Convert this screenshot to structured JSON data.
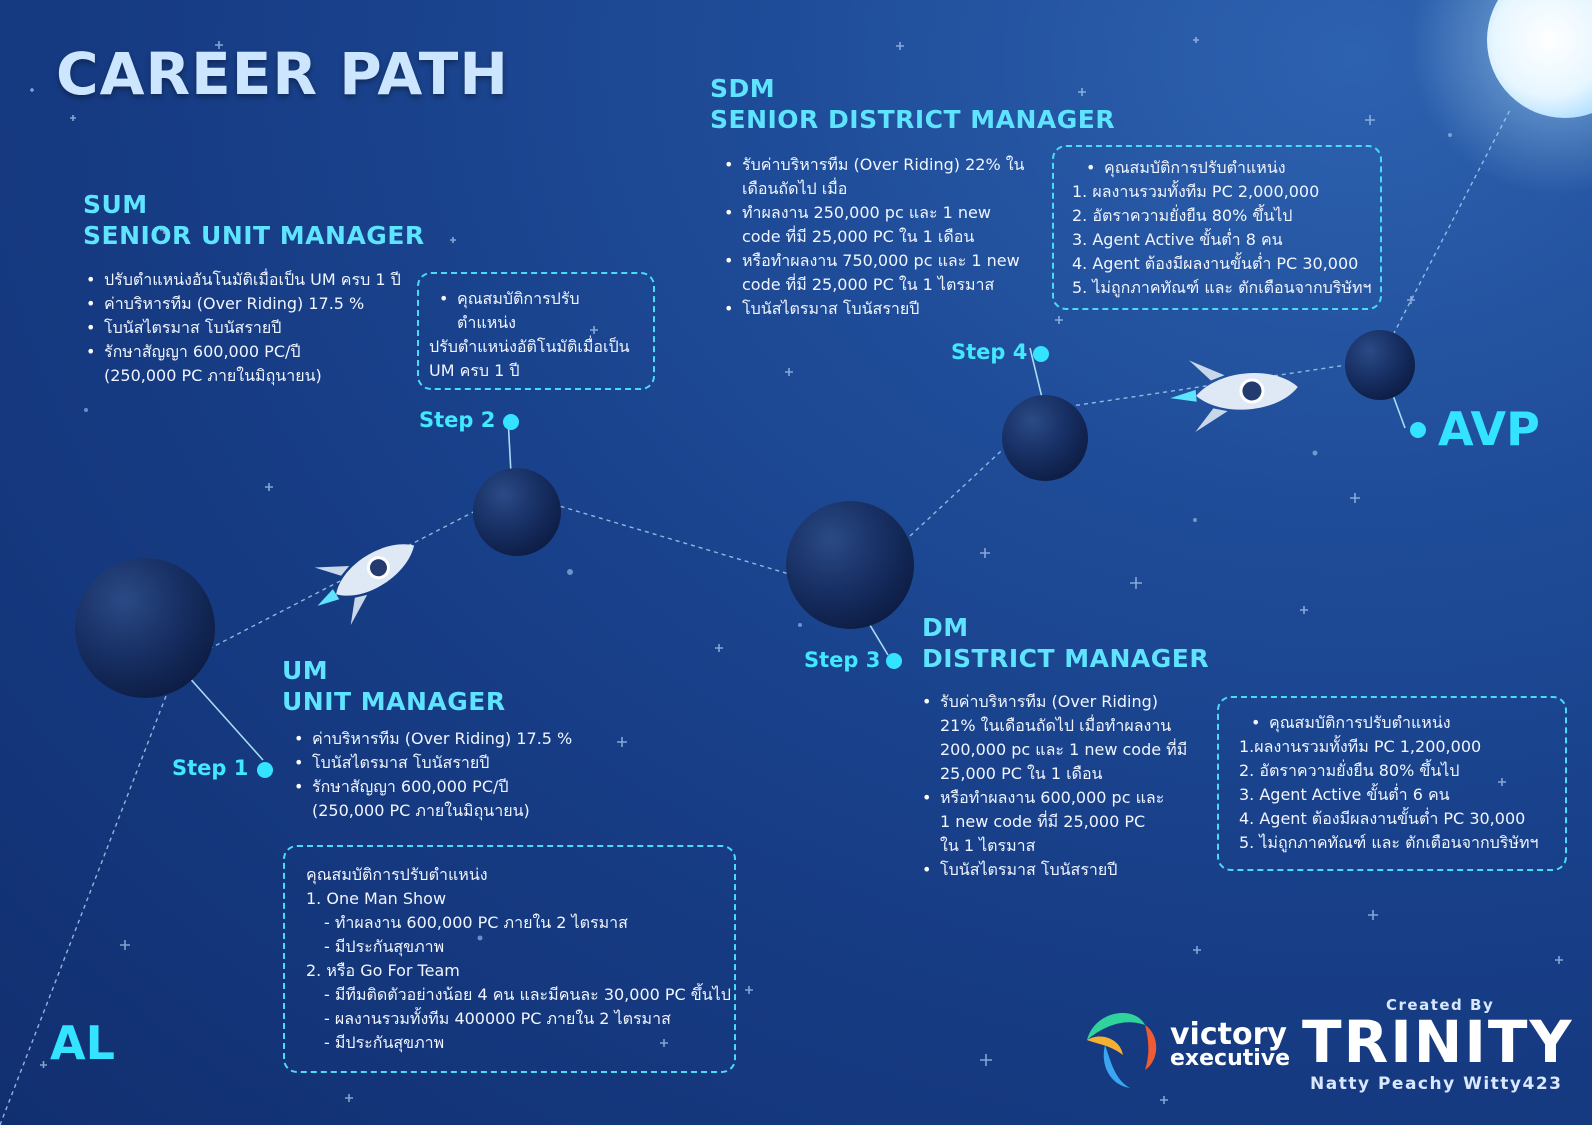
{
  "title": "CAREER PATH",
  "final_rank": "AVP",
  "start_rank": "AL",
  "steps": {
    "step1": "Step 1",
    "step2": "Step 2",
    "step3": "Step 3",
    "step4": "Step 4"
  },
  "um": {
    "abbr": "UM",
    "name": "UNIT MANAGER",
    "bullets": [
      "ค่าบริหารทีม (Over Riding) 17.5 %",
      "โบนัสไตรมาส โบนัสรายปี",
      "รักษาสัญญา 600,000 PC/ปี"
    ],
    "bullet_note": "(250,000 PC ภายในมิถุนายน)",
    "qual_box": [
      "คุณสมบัติการปรับตำแหน่ง",
      "1. One Man Show",
      "   - ทำผลงาน 600,000 PC ภายใน 2 ไตรมาส",
      "   - มีประกันสุขภาพ",
      "2. หรือ Go For Team",
      "   - มีทีมติดตัวอย่างน้อย 4 คน และมีคนละ 30,000 PC ขึ้นไป",
      "   - ผลงานรวมทั้งทีม 400000 PC ภายใน 2 ไตรมาส",
      "   - มีประกันสุขภาพ"
    ]
  },
  "sum": {
    "abbr": "SUM",
    "name": "SENIOR UNIT MANAGER",
    "bullets": [
      "ปรับตำแหน่งอันโนมัติเมื่อเป็น UM ครบ 1 ปี",
      "ค่าบริหารทีม (Over Riding) 17.5 %",
      "โบนัสไตรมาส โบนัสรายปี",
      "รักษาสัญญา 600,000 PC/ปี"
    ],
    "bullet_note": "(250,000 PC ภายในมิถุนายน)",
    "qual_box": {
      "bullet_l1": "คุณสมบัติการปรับ",
      "bullet_l2": "ตำแหน่ง",
      "l3": "ปรับตำแหน่งอัติโนมัติเมื่อเป็น",
      "l4": "UM ครบ 1 ปี"
    }
  },
  "dm": {
    "abbr": "DM",
    "name": "DISTRICT MANAGER",
    "bullets": [
      [
        "รับค่าบริหารทีม (Over Riding)",
        "21% ในเดือนถัดไป เมื่อทำผลงาน",
        "200,000 pc และ 1 new code ที่มี",
        "25,000 PC  ใน 1 เดือน"
      ],
      [
        "หรือทำผลงาน 600,000 pc และ",
        "1 new code ที่มี 25,000 PC",
        "ใน 1 ไตรมาส"
      ],
      [
        "โบนัสไตรมาส โบนัสรายปี"
      ]
    ],
    "qual_box": [
      "คุณสมบัติการปรับตำแหน่ง",
      "1.ผลงานรวมทั้งทีม PC 1,200,000",
      "2. อัตราความยั่งยืน 80% ขึ้นไป",
      "3. Agent Active ขั้นต่ำ 6 คน",
      "4. Agent ต้องมีผลงานขั้นต่ำ PC 30,000",
      "5. ไม่ถูกภาคทัณฑ์ และ ตักเตือนจากบริษัทฯ"
    ]
  },
  "sdm": {
    "abbr": "SDM",
    "name": "SENIOR DISTRICT MANAGER",
    "bullets": [
      [
        "รับค่าบริหารทีม (Over Riding) 22% ใน",
        "เดือนถัดไป เมื่อ"
      ],
      [
        "ทำผลงาน 250,000 pc และ 1 new",
        "code ที่มี 25,000 PC  ใน 1 เดือน"
      ],
      [
        "หรือทำผลงาน 750,000 pc และ 1 new",
        "code ที่มี 25,000 PC  ใน 1 ไตรมาส"
      ],
      [
        "โบนัสไตรมาส โบนัสรายปี"
      ]
    ],
    "qual_box": [
      "คุณสมบัติการปรับตำแหน่ง",
      "1. ผลงานรวมทั้งทีม PC 2,000,000",
      "2. อัตราความยั่งยืน 80% ขึ้นไป",
      "3. Agent Active ขั้นต่ำ 8 คน",
      "4. Agent ต้องมีผลงานขั้นต่ำ PC 30,000",
      "5. ไม่ถูกภาคทัณฑ์ และ ตักเตือนจากบริษัทฯ"
    ]
  },
  "credits": {
    "created_by": "Created By",
    "brand": "TRINITY",
    "names": "Natty Peachy Witty423",
    "logo_line1": "victory",
    "logo_line2": "executive"
  },
  "colors": {
    "accent": "#33e3ff",
    "background": "#173d86",
    "planet": "#142a56"
  }
}
